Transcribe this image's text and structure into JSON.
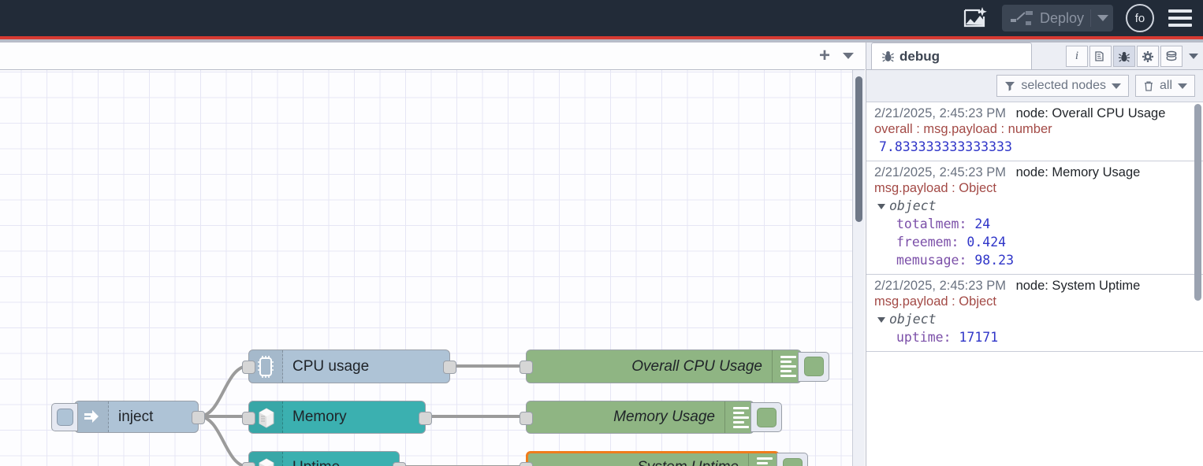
{
  "header": {
    "magic_icon": "flow-magic-icon",
    "deploy_label": "Deploy",
    "deploy_icon": "deploy-icon",
    "caret_icon": "chevron-down-icon",
    "avatar_label": "fo",
    "menu_icon": "hamburger-menu-icon"
  },
  "workspace_tabbar": {
    "add_icon": "plus-icon",
    "list_icon": "chevron-down-icon"
  },
  "flow": {
    "nodes": [
      {
        "id": "inject",
        "label": "inject",
        "type": "inject",
        "color": "#aec3d6",
        "icon": "arrow-right-icon"
      },
      {
        "id": "cpu",
        "label": "CPU usage",
        "type": "cpu",
        "color": "#aec3d6",
        "icon": "microchip-icon"
      },
      {
        "id": "memory",
        "label": "Memory",
        "type": "os",
        "color": "#3bb0b0",
        "icon": "server-icon"
      },
      {
        "id": "uptime",
        "label": "Uptime",
        "type": "os",
        "color": "#3bb0b0",
        "icon": "server-icon"
      },
      {
        "id": "d1",
        "label": "Overall CPU Usage",
        "type": "debug",
        "color": "#8fb583",
        "icon": "debug-lines-icon"
      },
      {
        "id": "d2",
        "label": "Memory Usage",
        "type": "debug",
        "color": "#8fb583",
        "icon": "debug-lines-icon"
      },
      {
        "id": "d3",
        "label": "System Uptime",
        "type": "debug",
        "color": "#8fb583",
        "icon": "debug-lines-icon",
        "selected": true
      }
    ],
    "selection_color": "#f07c1c"
  },
  "sidebar": {
    "tab": {
      "label": "debug",
      "icon": "bug-icon"
    },
    "icon_buttons": [
      {
        "name": "info-icon",
        "glyph": "i"
      },
      {
        "name": "book-icon",
        "glyph": "book"
      },
      {
        "name": "bug-icon",
        "glyph": "bug",
        "active": true
      },
      {
        "name": "gear-icon",
        "glyph": "gear"
      },
      {
        "name": "stack-icon",
        "glyph": "stack"
      }
    ],
    "more_icon": "chevron-down-icon",
    "filter": {
      "filter_label": "selected nodes",
      "filter_icon": "funnel-icon",
      "clear_label": "all",
      "clear_icon": "trash-icon",
      "caret_icon": "chevron-down-icon"
    },
    "messages": [
      {
        "time": "2/21/2025, 2:45:23 PM",
        "node": "node: Overall CPU Usage",
        "topic": "overall : msg.payload : number",
        "kind": "value",
        "value": "7.833333333333333"
      },
      {
        "time": "2/21/2025, 2:45:23 PM",
        "node": "node: Memory Usage",
        "topic": "msg.payload : Object",
        "kind": "object",
        "object_label": "object",
        "props": [
          {
            "key": "totalmem:",
            "value": "24"
          },
          {
            "key": "freemem:",
            "value": "0.424"
          },
          {
            "key": "memusage:",
            "value": "98.23"
          }
        ]
      },
      {
        "time": "2/21/2025, 2:45:23 PM",
        "node": "node: System Uptime",
        "topic": "msg.payload : Object",
        "kind": "object",
        "object_label": "object",
        "props": [
          {
            "key": "uptime:",
            "value": "17171"
          }
        ]
      }
    ]
  }
}
